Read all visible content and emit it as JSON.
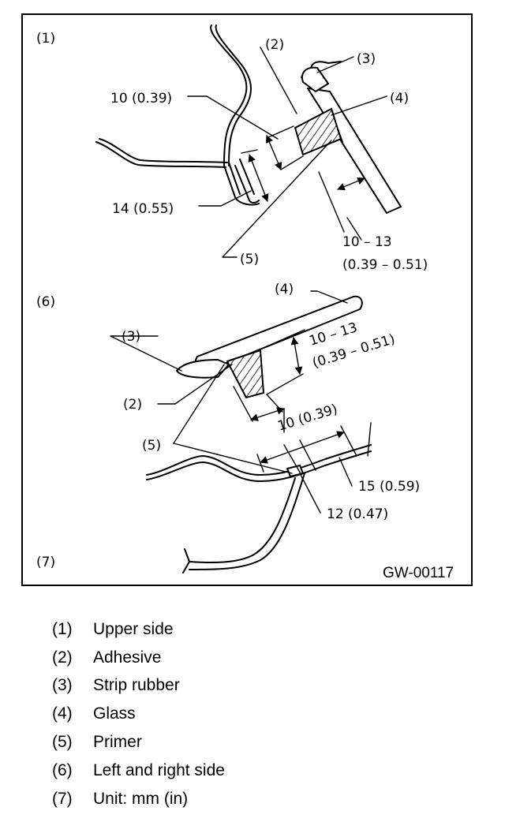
{
  "figure": {
    "code": "GW-00117",
    "panel_labels": {
      "p1": "(1)",
      "p6": "(6)",
      "p7": "(7)"
    },
    "callouts": {
      "c2_top": "(2)",
      "c3_top": "(3)",
      "c4_top": "(4)",
      "c5_top": "(5)",
      "c4_bottom": "(4)",
      "c3_bottom": "(3)",
      "c2_bottom": "(2)",
      "c5_bottom": "(5)"
    },
    "dimensions": {
      "d10_top": "10 (0.39)",
      "d14": "14 (0.55)",
      "d10_13_top_mm": "10 – 13",
      "d10_13_top_in": "(0.39 – 0.51)",
      "d10_13_bottom_mm": "10 – 13",
      "d10_13_bottom_in": "(0.39 – 0.51)",
      "d10_bottom": "10 (0.39)",
      "d15": "15 (0.59)",
      "d12": "12 (0.47)"
    }
  },
  "legend": [
    {
      "num": "(1)",
      "label": "Upper side"
    },
    {
      "num": "(2)",
      "label": "Adhesive"
    },
    {
      "num": "(3)",
      "label": "Strip rubber"
    },
    {
      "num": "(4)",
      "label": "Glass"
    },
    {
      "num": "(5)",
      "label": "Primer"
    },
    {
      "num": "(6)",
      "label": "Left and right side"
    },
    {
      "num": "(7)",
      "label": "Unit: mm (in)"
    }
  ]
}
